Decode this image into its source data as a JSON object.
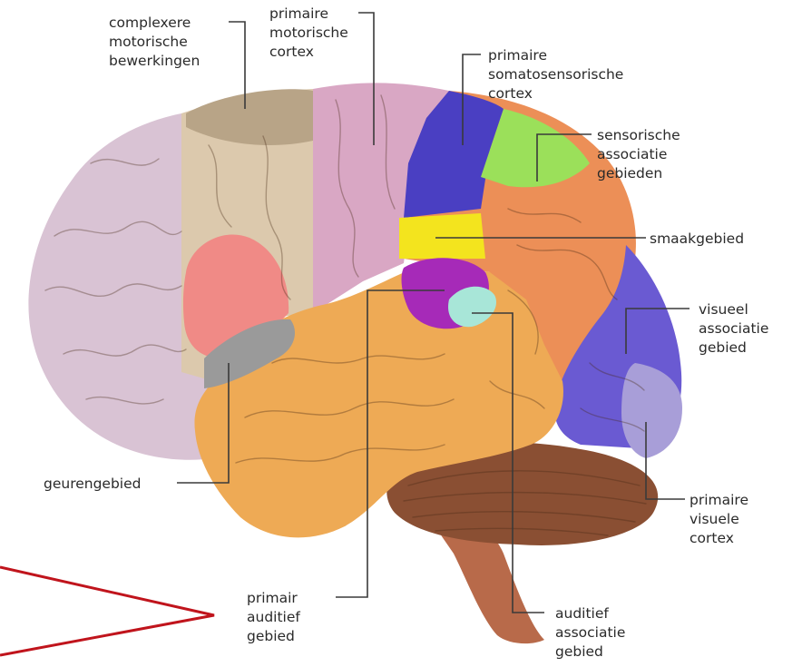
{
  "labels": {
    "complex_motor": [
      "complexere",
      "motorische",
      "bewerkingen"
    ],
    "primary_motor": [
      "primaire",
      "motorische",
      "cortex"
    ],
    "primary_somatosensory": [
      "primaire",
      "somatosensorische",
      "cortex"
    ],
    "sensory_association": [
      "sensorische",
      "associatie",
      "gebieden"
    ],
    "taste": [
      "smaakgebied"
    ],
    "visual_association": [
      "visueel",
      "associatie",
      "gebied"
    ],
    "olfactory": [
      "geurengebied"
    ],
    "primary_visual": [
      "primaire",
      "visuele",
      "cortex"
    ],
    "primary_auditory": [
      "primair",
      "auditief",
      "gebied"
    ],
    "auditory_association": [
      "auditief",
      "associatie",
      "gebied"
    ]
  },
  "colors": {
    "prefrontal": "#d9c3d4",
    "premotor": "#dcc9ad",
    "complex_motor_spot": "#b8a487",
    "primary_motor": "#d9a7c4",
    "somatosensory": "#4a3fc2",
    "sensory_association": "#9be05a",
    "parietal": "#ec8f57",
    "taste": "#f3e41e",
    "primary_auditory": "#a62ab8",
    "auditory_association": "#a8e6d8",
    "visual_association": "#6a5ad2",
    "primary_visual": "#a89ed8",
    "broca": "#f08a86",
    "olfactory": "#9a9a9a",
    "temporal": "#eeaa55",
    "cerebellum": "#8a4f33",
    "brainstem": "#b86a4a",
    "annotation_arrow": "#c0141c"
  }
}
